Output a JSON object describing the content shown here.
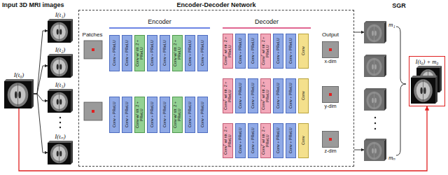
{
  "diagram": {
    "nodes": [
      {
        "text": [
          "I(t₀)"
        ]
      },
      {
        "text": [
          "I(t₁)"
        ]
      },
      {
        "text": [
          "I(t₂)"
        ]
      },
      {
        "text": [
          "I(t₃)"
        ]
      },
      {
        "text": [
          "I(tₙ)"
        ]
      },
      {
        "text": [
          "Encoder-Decoder Network"
        ]
      },
      {
        "text": [
          "Conv + PReLU"
        ],
        "in": 5
      },
      {
        "text": [
          "Conv + PReLU"
        ],
        "in": 5
      },
      {
        "text": [
          "Conv w/ str. 2 + PReLU"
        ],
        "in": 5
      },
      {
        "text": [
          "Conv + PReLU"
        ],
        "in": 5
      },
      {
        "text": [
          "Conv + PReLU"
        ],
        "in": 5
      },
      {
        "text": [
          "Conv w/ str. 2 + PReLU"
        ],
        "in": 5
      },
      {
        "text": [
          "Conv + PReLU"
        ],
        "in": 5
      },
      {
        "text": [
          "Conv + PReLU"
        ],
        "in": 5
      },
      {
        "text": [
          "Conv + PReLU"
        ],
        "in": 5
      },
      {
        "text": [
          "Conv + PReLU"
        ],
        "in": 5
      },
      {
        "text": [
          "Conv w/ str. 2 + PReLU"
        ],
        "in": 5
      },
      {
        "text": [
          "Conv + PReLU"
        ],
        "in": 5
      },
      {
        "text": [
          "Conv + PReLU"
        ],
        "in": 5
      },
      {
        "text": [
          "Conv w/ str. 2 + PReLU"
        ],
        "in": 5
      },
      {
        "text": [
          "Conv + PReLU"
        ],
        "in": 5
      },
      {
        "text": [
          "Conv + PReLU"
        ],
        "in": 5
      },
      {
        "text": [
          "Convᵀ w/ str. 2 + PReLU"
        ],
        "in": 5
      },
      {
        "text": [
          "Conv + PReLU"
        ],
        "in": 5
      },
      {
        "text": [
          "Conv + PReLU"
        ],
        "in": 5
      },
      {
        "text": [
          "Convᵀ w/ str. 2 + PReLU"
        ],
        "in": 5
      },
      {
        "text": [
          "Conv + PReLU"
        ],
        "in": 5
      },
      {
        "text": [
          "Conv + PReLU"
        ],
        "in": 5
      },
      {
        "text": [
          "Conv"
        ],
        "in": 5
      },
      {
        "text": [
          "Convᵀ w/ str. 2 + PReLU"
        ],
        "in": 5
      },
      {
        "text": [
          "Conv + PReLU"
        ],
        "in": 5
      },
      {
        "text": [
          "Conv + PReLU"
        ],
        "in": 5
      },
      {
        "text": [
          "Convᵀ w/ str. 2 + PReLU"
        ],
        "in": 5
      },
      {
        "text": [
          "Conv + PReLU"
        ],
        "in": 5
      },
      {
        "text": [
          "Conv + PReLU"
        ],
        "in": 5
      },
      {
        "text": [
          "Conv"
        ],
        "in": 5
      },
      {
        "text": [
          "Convᵀ w/ str. 2 + PReLU"
        ],
        "in": 5
      },
      {
        "text": [
          "Conv + PReLU"
        ],
        "in": 5
      },
      {
        "text": [
          "Conv + PReLU"
        ],
        "in": 5
      },
      {
        "text": [
          "Convᵀ w/ str. 2 + PReLU"
        ],
        "in": 5
      },
      {
        "text": [
          "Conv + PReLU"
        ],
        "in": 5
      },
      {
        "text": [
          "Conv + PReLU"
        ],
        "in": 5
      },
      {
        "text": [
          "Conv"
        ],
        "in": 5
      },
      {
        "text": [
          "x-dim"
        ],
        "in": 5
      },
      {
        "text": [
          "y-dim"
        ],
        "in": 5
      },
      {
        "text": [
          "z-dim"
        ],
        "in": 5
      },
      {
        "text": [
          "m₁"
        ]
      },
      {
        "text": [
          "mₙ"
        ]
      },
      {
        "text": [
          "I(t₀) + m₀"
        ]
      }
    ],
    "edges": [
      {
        "from": 0,
        "to": 1,
        "arrow": "to"
      },
      {
        "from": 0,
        "to": 2,
        "arrow": "to"
      },
      {
        "from": 0,
        "to": 3,
        "arrow": "to"
      },
      {
        "from": 0,
        "to": 4,
        "arrow": "to"
      },
      {
        "from": 5,
        "to": 46,
        "arrow": "to"
      },
      {
        "from": 5,
        "to": 47,
        "arrow": "to"
      },
      {
        "from": 0,
        "to": 48,
        "arrow": "to"
      }
    ],
    "labels": [
      "Input 3D MRI images",
      "Patches",
      "Encoder",
      "Decoder",
      "Output",
      "SGR"
    ]
  }
}
